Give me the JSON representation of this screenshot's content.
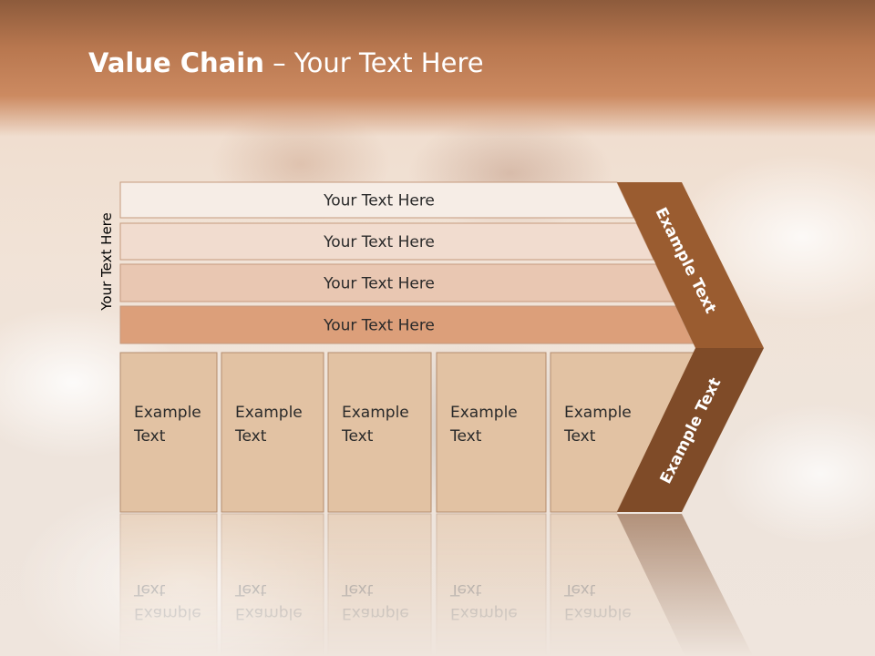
{
  "title": {
    "strong": "Value Chain",
    "rest": " – Your Text Here"
  },
  "side_label": "Your Text Here",
  "rows": [
    {
      "label": "Your Text Here",
      "fill": "#f6ede6"
    },
    {
      "label": "Your Text Here",
      "fill": "#f1dccf"
    },
    {
      "label": "Your Text Here",
      "fill": "#e9c7b2"
    },
    {
      "label": "Your Text Here",
      "fill": "#dc9f7a"
    }
  ],
  "columns": [
    {
      "line1": "Example",
      "line2": "Text"
    },
    {
      "line1": "Example",
      "line2": "Text"
    },
    {
      "line1": "Example",
      "line2": "Text"
    },
    {
      "line1": "Example",
      "line2": "Text"
    },
    {
      "line1": "Example",
      "line2": "Text"
    }
  ],
  "chevron": {
    "upper_label": "Example Text",
    "lower_label": "Example Text",
    "upper_fill": "#9a5c30",
    "lower_fill": "#7f4b28"
  },
  "colors": {
    "column_fill": "#e2c2a3",
    "column_stroke": "#b48c6e",
    "row_stroke": "#c59a7e"
  }
}
